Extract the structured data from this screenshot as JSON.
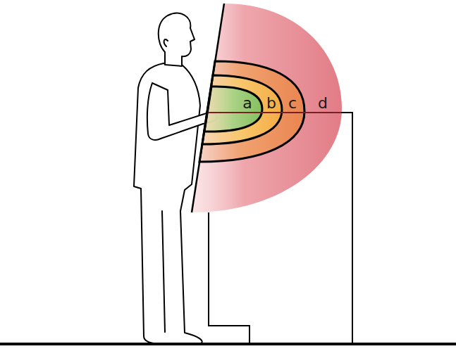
{
  "diagram": {
    "nodes": [
      {
        "text": [
          "d"
        ]
      },
      {
        "text": [
          "c"
        ],
        "in": 0
      },
      {
        "text": [
          "b"
        ],
        "in": 1
      },
      {
        "text": [
          "a"
        ],
        "in": 2
      }
    ]
  }
}
